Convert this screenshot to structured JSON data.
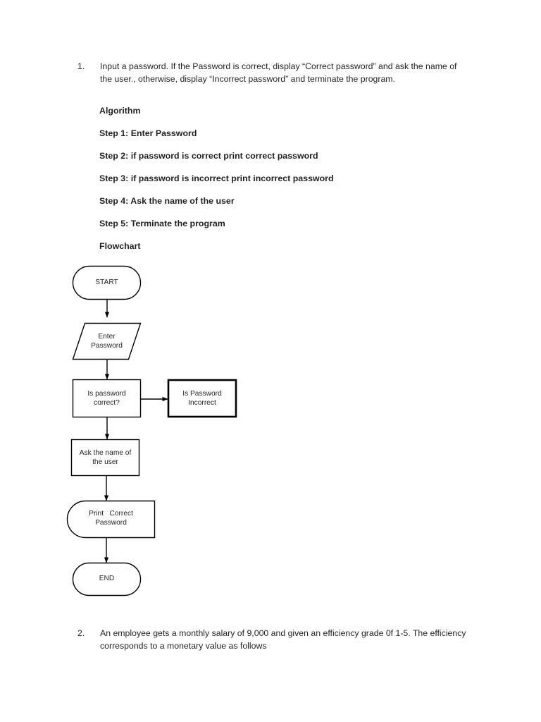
{
  "document": {
    "items": [
      {
        "marker": "1.",
        "text": "Input a password. If the Password is correct, display “Correct password” and ask the name of the user., otherwise, display “Incorrect password” and terminate the program."
      },
      {
        "marker": "2.",
        "text": "An employee gets a monthly salary of 9,000 and given an efficiency grade 0f 1-5. The efficiency corresponds to a monetary value as follows"
      }
    ],
    "headings": {
      "algorithm": "Algorithm",
      "flowchart": "Flowchart"
    },
    "steps": [
      "Step 1: Enter Password",
      "Step 2: if password is correct print correct password",
      "Step 3: if password is incorrect print incorrect password",
      "Step 4: Ask the name of the user",
      "Step 5: Terminate the program"
    ]
  },
  "flowchart": {
    "nodes": {
      "start": {
        "label": "START",
        "shape": "terminator"
      },
      "enter_password": {
        "label": "Enter\nPassword",
        "line1": "Enter",
        "line2": "Password",
        "shape": "parallelogram"
      },
      "decision": {
        "label": "Is password correct?",
        "line1": "Is password",
        "line2": "correct?",
        "shape": "rectangle"
      },
      "incorrect": {
        "label": "Is Password Incorrect",
        "line1": "Is Password",
        "line2": "Incorrect",
        "shape": "rectangle-bold"
      },
      "ask_name": {
        "label": "Ask the name of the user",
        "line1": "Ask the name of",
        "line2": "the user",
        "shape": "rectangle"
      },
      "print_correct": {
        "label": "Print   Correct Password",
        "line1": "Print   Correct",
        "line2": "Password",
        "shape": "rounded-left"
      },
      "end": {
        "label": "END",
        "shape": "terminator"
      }
    },
    "colors": {
      "stroke": "#000000",
      "fill": "#ffffff",
      "text": "#231f20"
    }
  }
}
